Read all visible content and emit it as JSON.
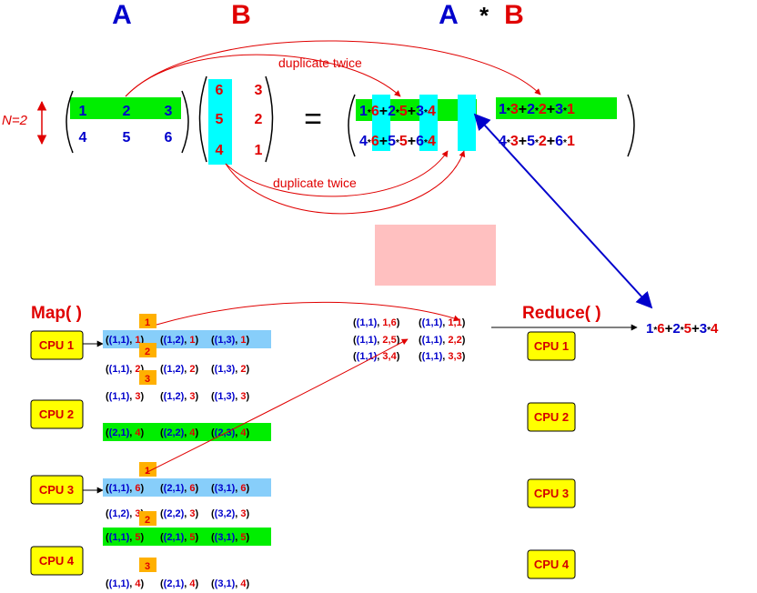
{
  "header": {
    "label_a": "A",
    "label_b": "B",
    "label_product_a": "A",
    "label_product_star": "*",
    "label_product_b": "B"
  },
  "n_label": "N=2",
  "matrix_a": [
    [
      "1",
      "2",
      "3"
    ],
    [
      "4",
      "5",
      "6"
    ]
  ],
  "matrix_b": [
    [
      "6",
      "3"
    ],
    [
      "5",
      "2"
    ],
    [
      "4",
      "1"
    ]
  ],
  "equals": "=",
  "annotations": {
    "duplicate_top": "duplicate twice",
    "duplicate_bottom": "duplicate twice"
  },
  "map_label": "Map( )",
  "reduce_label": "Reduce( )",
  "cpu_labels": [
    "CPU 1",
    "CPU 2",
    "CPU 3",
    "CPU 4"
  ],
  "reducer_cpu_labels": [
    "CPU 1",
    "CPU 2",
    "CPU 3",
    "CPU 4"
  ],
  "result_expression": "1*6+2*5+3*4",
  "colors": {
    "blue": "#0000cc",
    "red": "#e00000",
    "green_highlight": "#00ee00",
    "cyan_highlight": "#00ffff",
    "light_blue_highlight": "#87cefa",
    "orange_badge": "#ffb000",
    "pink_box": "#ffc0c0",
    "cpu_fill": "#ffff00"
  },
  "map_rows": [
    {
      "badge": "1",
      "highlight": "light-blue",
      "pairs": [
        [
          "(1,1)",
          "1"
        ],
        [
          "(1,2)",
          "1"
        ],
        [
          "(1,3)",
          "1"
        ]
      ]
    },
    {
      "badge": "2",
      "highlight": "none",
      "pairs": [
        [
          "(1,1)",
          "2"
        ],
        [
          "(1,2)",
          "2"
        ],
        [
          "(1,3)",
          "2"
        ]
      ]
    },
    {
      "badge": "3",
      "highlight": "none",
      "pairs": [
        [
          "(1,1)",
          "3"
        ],
        [
          "(1,2)",
          "3"
        ],
        [
          "(1,3)",
          "3"
        ]
      ]
    },
    {
      "badge": "",
      "highlight": "green",
      "pairs": [
        [
          "(2,1)",
          "4"
        ],
        [
          "(2,2)",
          "4"
        ],
        [
          "(2,3)",
          "4"
        ]
      ]
    },
    {
      "badge": "1",
      "highlight": "light-blue",
      "pairs": [
        [
          "(1,1)",
          "6"
        ],
        [
          "(2,1)",
          "6"
        ],
        [
          "(3,1)",
          "6"
        ]
      ]
    },
    {
      "badge": "",
      "highlight": "none",
      "pairs": [
        [
          "(1,2)",
          "3"
        ],
        [
          "(2,2)",
          "3"
        ],
        [
          "(3,2)",
          "3"
        ]
      ]
    },
    {
      "badge": "2",
      "highlight": "green",
      "pairs": [
        [
          "(1,1)",
          "5"
        ],
        [
          "(2,1)",
          "5"
        ],
        [
          "(3,1)",
          "5"
        ]
      ]
    },
    {
      "badge": "3",
      "highlight": "none",
      "pairs": [
        [
          "(1,1)",
          "4"
        ],
        [
          "(2,1)",
          "4"
        ],
        [
          "(3,1)",
          "4"
        ]
      ]
    }
  ],
  "grouped": [
    [
      [
        "(1,1)",
        "1,6"
      ],
      [
        "(1,1)",
        "1,1"
      ]
    ],
    [
      [
        "(1,1)",
        "2,5"
      ],
      [
        "(1,1)",
        "2,2"
      ]
    ],
    [
      [
        "(1,1)",
        "3,4"
      ],
      [
        "(1,1)",
        "3,3"
      ]
    ]
  ]
}
